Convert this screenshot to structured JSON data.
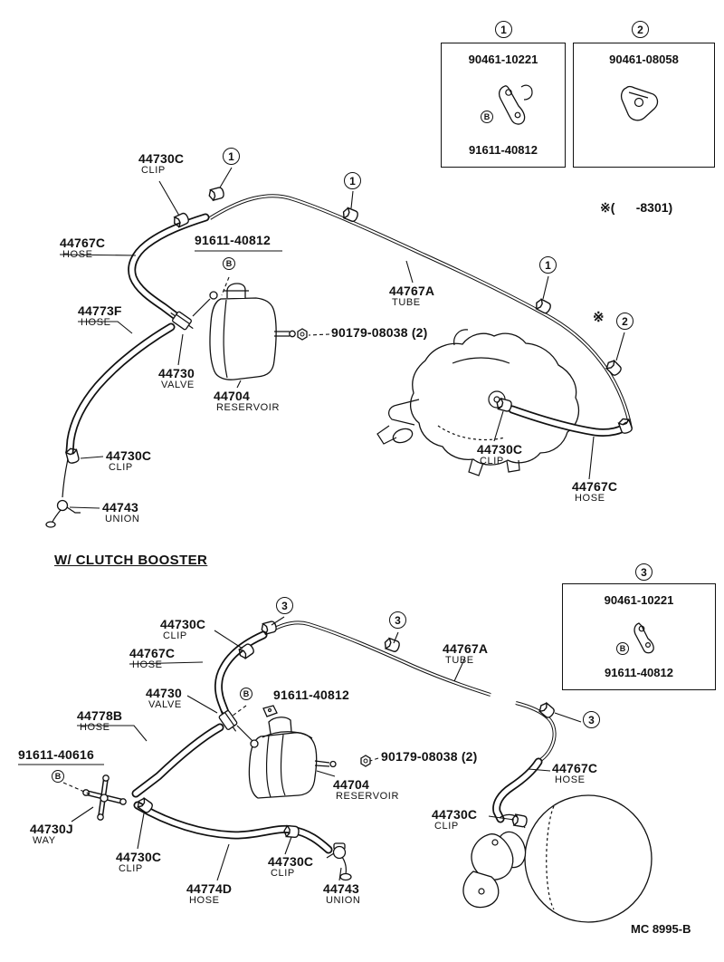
{
  "doc": {
    "heading": "W/ CLUTCH  BOOSTER",
    "note": "※(      -8301)",
    "footer": "MC  8995-B"
  },
  "markers": {
    "one": "1",
    "two": "2",
    "three": "3",
    "b": "B",
    "star": "※"
  },
  "insets": {
    "box1": {
      "top": "90461-10221",
      "bottom": "91611-40812"
    },
    "box2": {
      "top": "90461-08058"
    },
    "box3": {
      "top": "90461-10221",
      "bottom": "91611-40812"
    }
  },
  "upper": {
    "labels": [
      {
        "part": "44730C",
        "desc": "CLIP"
      },
      {
        "part": "44767C",
        "desc": "HOSE"
      },
      {
        "part": "91611-40812"
      },
      {
        "part": "44773F",
        "desc": "HOSE"
      },
      {
        "part": "44767A",
        "desc": "TUBE"
      },
      {
        "part": "90179-08038 (2)"
      },
      {
        "part": "44730",
        "desc": "VALVE"
      },
      {
        "part": "44704",
        "desc": "RESERVOIR"
      },
      {
        "part": "44730C",
        "desc": "CLIP"
      },
      {
        "part": "44743",
        "desc": "UNION"
      },
      {
        "part": "44730C",
        "desc": "CLIP"
      },
      {
        "part": "44767C",
        "desc": "HOSE"
      }
    ]
  },
  "lower": {
    "labels": [
      {
        "part": "44730C",
        "desc": "CLIP"
      },
      {
        "part": "44767C",
        "desc": "HOSE"
      },
      {
        "part": "44767A",
        "desc": "TUBE"
      },
      {
        "part": "44730",
        "desc": "VALVE"
      },
      {
        "part": "91611-40812"
      },
      {
        "part": "44778B",
        "desc": "HOSE"
      },
      {
        "part": "91611-40616"
      },
      {
        "part": "90179-08038 (2)"
      },
      {
        "part": "44704",
        "desc": "RESERVOIR"
      },
      {
        "part": "44767C",
        "desc": "HOSE"
      },
      {
        "part": "44730J",
        "desc": "WAY"
      },
      {
        "part": "44730C",
        "desc": "CLIP"
      },
      {
        "part": "44730C",
        "desc": "CLIP"
      },
      {
        "part": "44774D",
        "desc": "HOSE"
      },
      {
        "part": "44743",
        "desc": "UNION"
      },
      {
        "part": "44730C",
        "desc": "CLIP"
      }
    ]
  }
}
